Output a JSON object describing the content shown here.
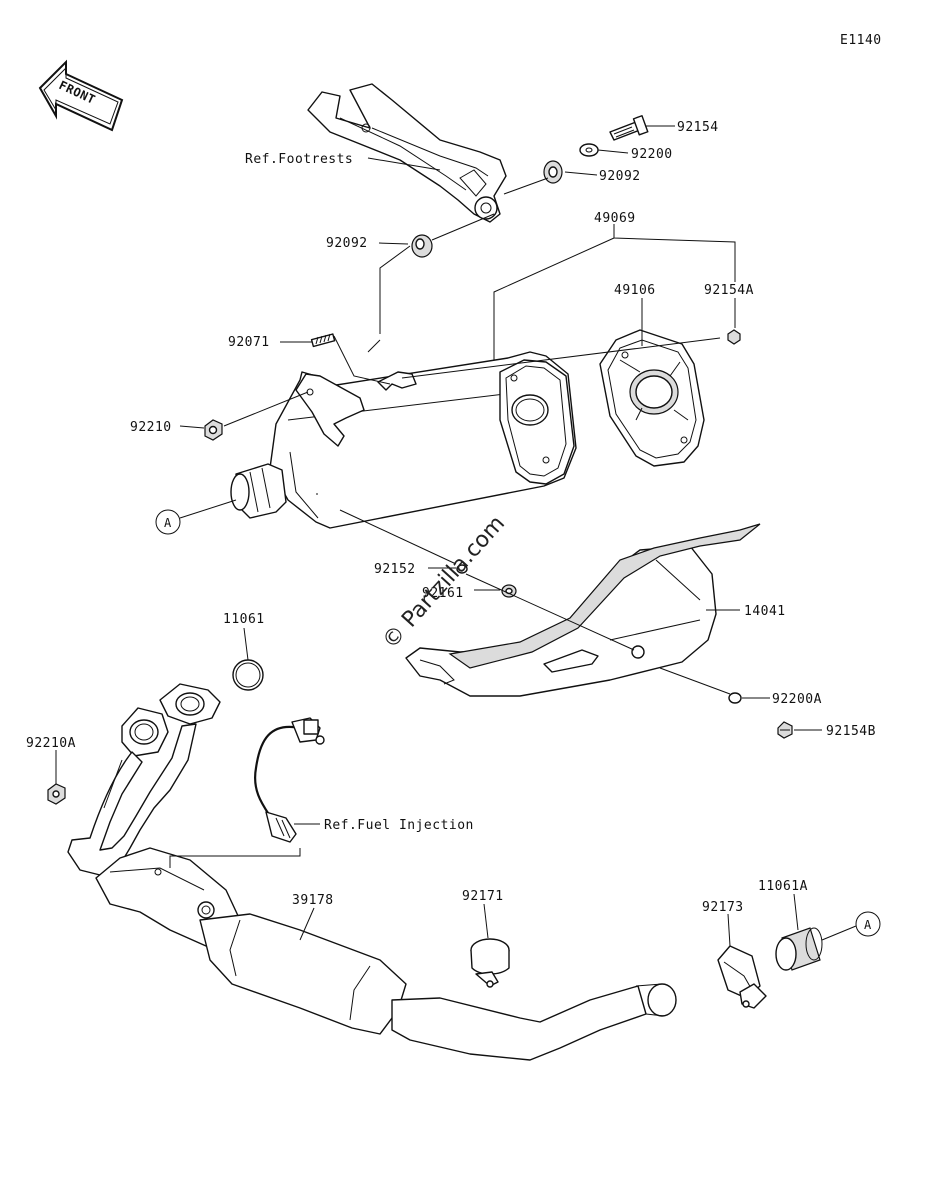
{
  "diagram_code": "E1140",
  "front_label": "FRONT",
  "watermark": "© Partzilla.com",
  "callout_symbol": "A",
  "labels": {
    "p92154": "92154",
    "p92200": "92200",
    "p92092_top": "92092",
    "ref_footrests": "Ref.Footrests",
    "p92092_left": "92092",
    "p49069": "49069",
    "p49106": "49106",
    "p92154A": "92154A",
    "p92071": "92071",
    "p92210": "92210",
    "p92152": "92152",
    "p92161": "92161",
    "p14041": "14041",
    "p11061": "11061",
    "p92200A": "92200A",
    "p92154B": "92154B",
    "p92210A": "92210A",
    "ref_fuel_injection": "Ref.Fuel Injection",
    "p39178": "39178",
    "p92171": "92171",
    "p92173": "92173",
    "p11061A": "11061A"
  },
  "colors": {
    "line": "#111111",
    "shade": "#dcdcdc",
    "background": "#ffffff"
  }
}
